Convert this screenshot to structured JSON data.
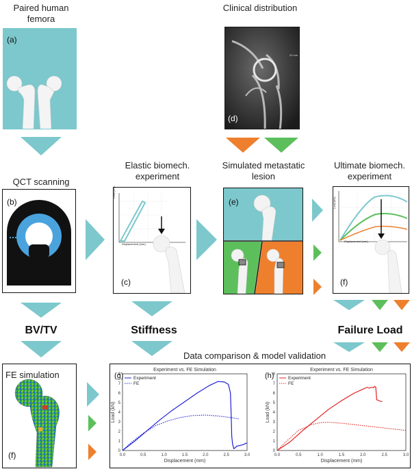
{
  "titles": {
    "femora": "Paired human femora",
    "clinical": "Clinical distribution",
    "qct": "QCT scanning",
    "elastic": "Elastic biomech. experiment",
    "lesion": "Simulated metastatic lesion",
    "ultimate": "Ultimate biomech. experiment",
    "comparison": "Data comparison & model validation",
    "fe": "FE simulation"
  },
  "panel_tags": {
    "a": "(a)",
    "b": "(b)",
    "c": "(c)",
    "d": "(d)",
    "e": "(e)",
    "f1": "(f)",
    "f2": "(f)",
    "g": "(g)",
    "h": "(h)"
  },
  "outputs": {
    "bvtv": "BV/TV",
    "stiffness": "Stiffness",
    "failure": "Failure Load"
  },
  "colors": {
    "teal": "#7cc8cc",
    "green": "#5cbf5c",
    "orange": "#ee7f2d",
    "black": "#111111"
  },
  "mini_axes": {
    "c_ylabel": "Load (kN)",
    "c_xlabel": "Displacement (mm)",
    "f_ylabel": "Load (kN)",
    "f_xlabel": "Displacement (mm)"
  },
  "xray_scale_text": "20 mm",
  "chart_data": [
    {
      "type": "line",
      "title": "Experiment vs. FE Simulation",
      "xlabel": "Displacement (mm)",
      "ylabel": "Load (kN)",
      "xlim": [
        0,
        3.0
      ],
      "ylim": [
        0,
        8
      ],
      "xticks": [
        "0.0",
        "0.5",
        "1.0",
        "1.5",
        "2.0",
        "2.5",
        "3.0"
      ],
      "yticks": [
        "0",
        "1",
        "2",
        "3",
        "4",
        "5",
        "6",
        "7",
        "8"
      ],
      "legend": "top-left",
      "series": [
        {
          "name": "Experiment",
          "style": "solid",
          "color": "#1f1fd6",
          "x": [
            0,
            0.3,
            0.6,
            0.9,
            1.2,
            1.5,
            1.8,
            2.1,
            2.3,
            2.45,
            2.55,
            2.6,
            2.62,
            2.63,
            2.65,
            2.68,
            2.72,
            2.75,
            2.9,
            3.0
          ],
          "y": [
            0,
            1.0,
            2.1,
            3.2,
            4.2,
            5.1,
            6.0,
            6.8,
            7.2,
            7.15,
            6.9,
            6.0,
            3.5,
            1.5,
            0.7,
            0.2,
            0.3,
            0.45,
            0.6,
            0.8
          ]
        },
        {
          "name": "FE",
          "style": "dotted",
          "color": "#1f1fd6",
          "x": [
            0,
            0.2,
            0.5,
            0.8,
            1.1,
            1.4,
            1.7,
            2.0,
            2.3,
            2.6,
            2.8
          ],
          "y": [
            0,
            0.8,
            1.8,
            2.6,
            3.1,
            3.45,
            3.65,
            3.7,
            3.6,
            3.45,
            3.3
          ]
        }
      ]
    },
    {
      "type": "line",
      "title": "Experiment vs. FE Simulation",
      "xlabel": "Displacement (mm)",
      "ylabel": "Load (kN)",
      "xlim": [
        0,
        3.0
      ],
      "ylim": [
        0,
        8
      ],
      "xticks": [
        "0.0",
        "0.5",
        "1.0",
        "1.5",
        "2.0",
        "2.5",
        "3.0"
      ],
      "yticks": [
        "0",
        "1",
        "2",
        "3",
        "4",
        "5",
        "6",
        "7",
        "8"
      ],
      "legend": "top-left",
      "series": [
        {
          "name": "Experiment",
          "style": "solid",
          "color": "#e02020",
          "x": [
            0,
            0.3,
            0.6,
            0.9,
            1.2,
            1.5,
            1.8,
            2.0,
            2.1,
            2.15,
            2.2,
            2.25,
            2.27,
            2.3,
            2.32,
            2.35,
            2.4,
            2.45
          ],
          "y": [
            0,
            0.9,
            2.1,
            3.2,
            4.3,
            5.2,
            6.0,
            6.4,
            6.6,
            6.5,
            6.6,
            6.55,
            6.7,
            6.6,
            5.3,
            5.25,
            5.15,
            5.1
          ]
        },
        {
          "name": "FE",
          "style": "dotted",
          "color": "#e02020",
          "x": [
            0,
            0.2,
            0.5,
            0.8,
            1.0,
            1.2,
            1.5,
            1.8,
            2.1,
            2.4,
            2.7,
            3.0
          ],
          "y": [
            0,
            0.9,
            2.1,
            2.7,
            2.9,
            2.95,
            2.85,
            2.7,
            2.55,
            2.4,
            2.25,
            2.1
          ]
        }
      ]
    }
  ]
}
